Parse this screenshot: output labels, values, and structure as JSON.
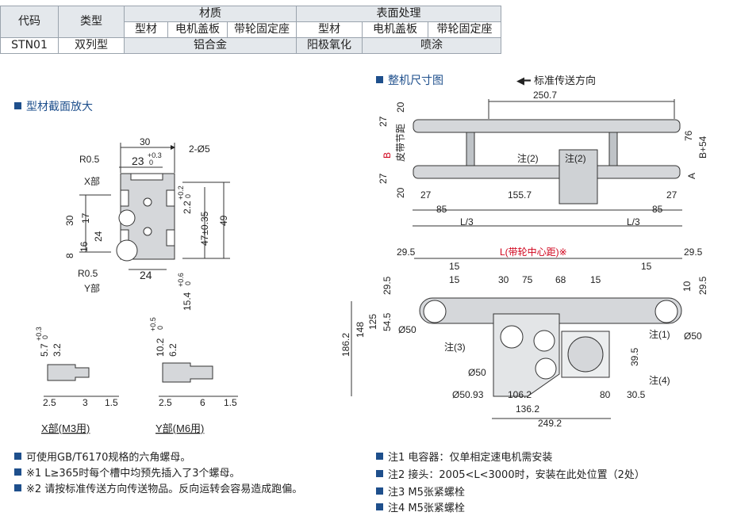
{
  "spec_table": {
    "headers": [
      "代码",
      "类型",
      "材质",
      "表面处理"
    ],
    "sub_headers": [
      "型材",
      "电机盖板",
      "带轮固定座",
      "型材",
      "电机盖板",
      "带轮固定座"
    ],
    "code": "STN01",
    "type": "双列型",
    "material_value": "铝合金",
    "surface_profile": "阳极氧化",
    "surface_other": "喷涂"
  },
  "sections": {
    "profile_title": "型材截面放大",
    "machine_title": "整机尺寸图",
    "direction_label": "标准传送方向"
  },
  "profile_dims": {
    "w30": "30",
    "w23": "23",
    "w23_tol_up": "+0.3",
    "w23_tol_dn": "0",
    "holes": "2-Ø5",
    "r_top": "R0.5",
    "r_bot": "R0.5",
    "x_part": "X部",
    "y_part": "Y部",
    "h30": "30",
    "h17": "17",
    "h24": "24",
    "h16": "16",
    "h8": "8",
    "d2_2": "2.2",
    "d2_2_tol_up": "+0.2",
    "d2_2_tol_dn": "0",
    "h47": "47±0.35",
    "h49": "49",
    "w24": "24",
    "d15_4": "15.4",
    "d15_4_tol_up": "+0.6",
    "d15_4_tol_dn": "0"
  },
  "detail_x": {
    "title": "X部(M3用)",
    "h5_7": "5.7",
    "h5_7_tol_up": "+0.3",
    "h5_7_tol_dn": "0",
    "h3_2": "3.2",
    "w2_5": "2.5",
    "w3": "3",
    "w1_5": "1.5"
  },
  "detail_y": {
    "title": "Y部(M6用)",
    "h10_2": "10.2",
    "h10_2_tol_up": "+0.5",
    "h10_2_tol_dn": "0",
    "h6_2": "6.2",
    "w2_5": "2.5",
    "w6": "6",
    "w1_5": "1.5"
  },
  "top_view": {
    "d250_7": "250.7",
    "d20a": "20",
    "d27a": "27",
    "pitch_label": "皮带节距",
    "b_label": "B",
    "d27b": "27",
    "d20b": "20",
    "d76": "76",
    "b54": "B+54",
    "a_label": "A",
    "note2a": "注(2)",
    "note2b": "注(2)",
    "d27c": "27",
    "d155_7": "155.7",
    "d27d": "27",
    "d85a": "85",
    "d85b": "85",
    "l3a": "L/3",
    "l3b": "L/3"
  },
  "side_view": {
    "l_center": "L(带轮中心距)※",
    "d29_5a": "29.5",
    "d29_5b": "29.5",
    "d15a": "15",
    "d15b": "15",
    "d30": "30",
    "d75": "75",
    "d68": "68",
    "d15c": "15",
    "d15d": "15",
    "d10": "10",
    "d29_5c": "29.5",
    "d29_5d": "29.5",
    "d186_2": "186.2",
    "d148": "148",
    "d125": "125",
    "d54_5": "54.5",
    "phi50a": "Ø50",
    "phi50b": "Ø50",
    "phi50c": "Ø50",
    "phi50_93": "Ø50.93",
    "note1": "注(1)",
    "note3": "注(3)",
    "note4": "注(4)",
    "d39_5": "39.5",
    "d106_2": "106.2",
    "d80": "80",
    "d30_5": "30.5",
    "d136_2": "136.2",
    "d249_2": "249.2"
  },
  "notes_left": [
    "可使用GB/T6170规格的六角螺母。",
    "※1  L≥365时每个槽中均预先插入了3个螺母。",
    "※2  请按标准传送方向传送物品。反向运转会容易造成跑偏。"
  ],
  "notes_right": [
    "注1 电容器：仅单相定速电机需安装",
    "注2 接头：2005<L<3000时，安装在此处位置（2处）",
    "注3 M5张紧螺栓",
    "注4 M5张紧螺栓"
  ],
  "colors": {
    "accent": "#1e4f8c",
    "red": "#d0021b",
    "table_bg": "#e4e8ec"
  }
}
